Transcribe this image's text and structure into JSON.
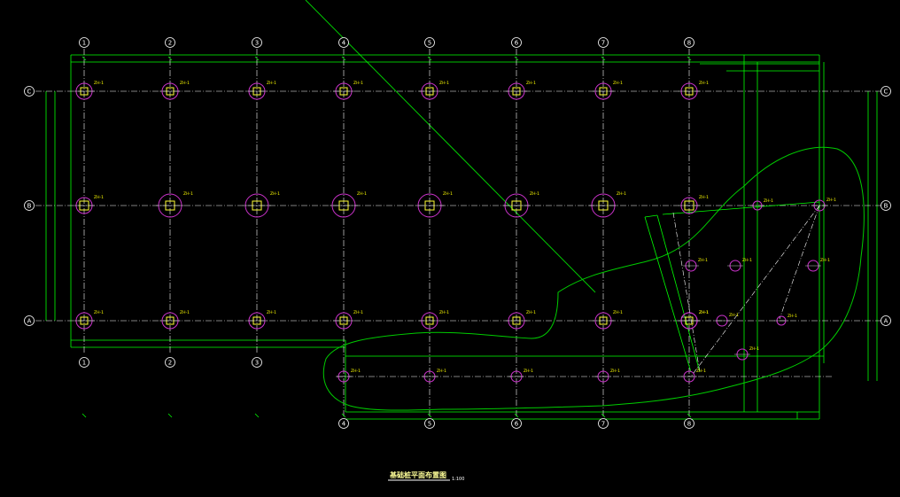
{
  "drawing": {
    "title": "基础桩平面布置图",
    "scale": "1:100",
    "colors": {
      "background": "#000000",
      "gridline": "#ffffff",
      "dimension": "#00ff00",
      "pile_circle": "#cc33cc",
      "pile_square": "#ffff33",
      "revision_cloud": "#00cc00",
      "bubble": "#ffffff"
    }
  },
  "axis_labels": {
    "top": [
      "1",
      "2",
      "3",
      "4",
      "5",
      "6",
      "7",
      "8"
    ],
    "bottom_left": [
      "1",
      "2",
      "3"
    ],
    "bottom_right": [
      "4",
      "5",
      "6",
      "7",
      "8"
    ],
    "left": [
      "C",
      "B",
      "A"
    ],
    "right": [
      "C",
      "B",
      "A"
    ]
  },
  "pile_tags": {
    "row_c": [
      "ZH-1",
      "ZH-1",
      "ZH-1",
      "ZH-1",
      "ZH-1",
      "ZH-1",
      "ZH-1",
      "ZH-1"
    ],
    "row_b": [
      "ZH-1",
      "ZH-1",
      "ZH-1",
      "ZH-1",
      "ZH-1",
      "ZH-1",
      "ZH-1",
      "ZH-1"
    ],
    "row_a": [
      "ZH-1",
      "ZH-1",
      "ZH-1",
      "ZH-1",
      "ZH-1",
      "ZH-1",
      "ZH-1",
      "ZH-1"
    ],
    "extra": [
      "ZH-1",
      "ZH-1",
      "ZH-1",
      "ZH-1",
      "ZH-1",
      "ZH-1",
      "ZH-1",
      "ZH-1",
      "ZH-1",
      "ZH-1",
      "ZH-1",
      "ZH-1",
      "ZH-1"
    ]
  }
}
